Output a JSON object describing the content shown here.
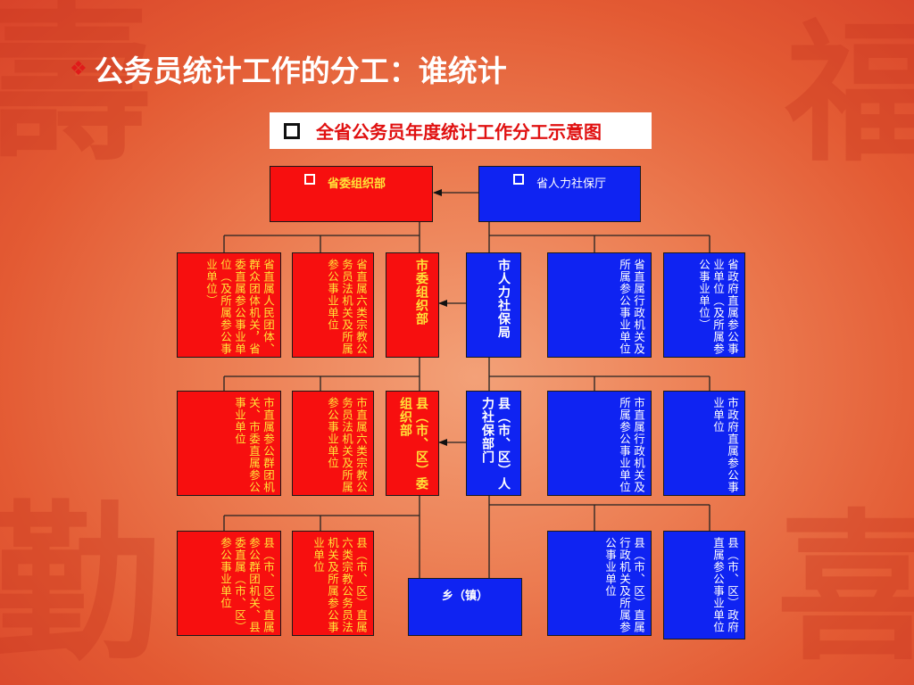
{
  "page": {
    "title": "公务员统计工作的分工：谁统计",
    "title_bullet": "❖",
    "subtitle": "全省公务员年度统计工作分工示意图"
  },
  "diagram": {
    "top_left": "省委组织部",
    "top_right": "省人力社保厅",
    "row1": [
      "省直属人民团体、群众团体机关，省委直属参公事业单位（及所属参公事业单位）",
      "省直属六类宗教公务员法机关及所属参公事业单位",
      "市委组织部",
      "市人力社保局",
      "省直属行政机关及所属参公事业单位",
      "省政府直属参公事业单位（及所属参公事业单位）"
    ],
    "row2": [
      "市直属参公群团机关、市委直属参公事业单位",
      "市直属六类宗教公务员法机关及所属参公事业单位",
      "县（市、区）委组织部",
      "县（市、区）人力社保部门",
      "市直属行政机关及所属参公事业单位",
      "市政府直属参公事业单位"
    ],
    "row3": [
      "县（市、区）直属参公群团机关、县委直属（市、区）参公事业单位",
      "县（市、区）直属六类宗教公务员法机关及所属参公事业单位",
      "乡（镇）",
      "县（市、区）直属行政机关及所属参公事业单位",
      "县（市、区）政府直属参公事业单位"
    ]
  },
  "colors": {
    "party_org": "#f70f0f",
    "hr_dept": "#0f23f2",
    "party_text": "#ffe338",
    "hr_text": "#ffffff"
  }
}
